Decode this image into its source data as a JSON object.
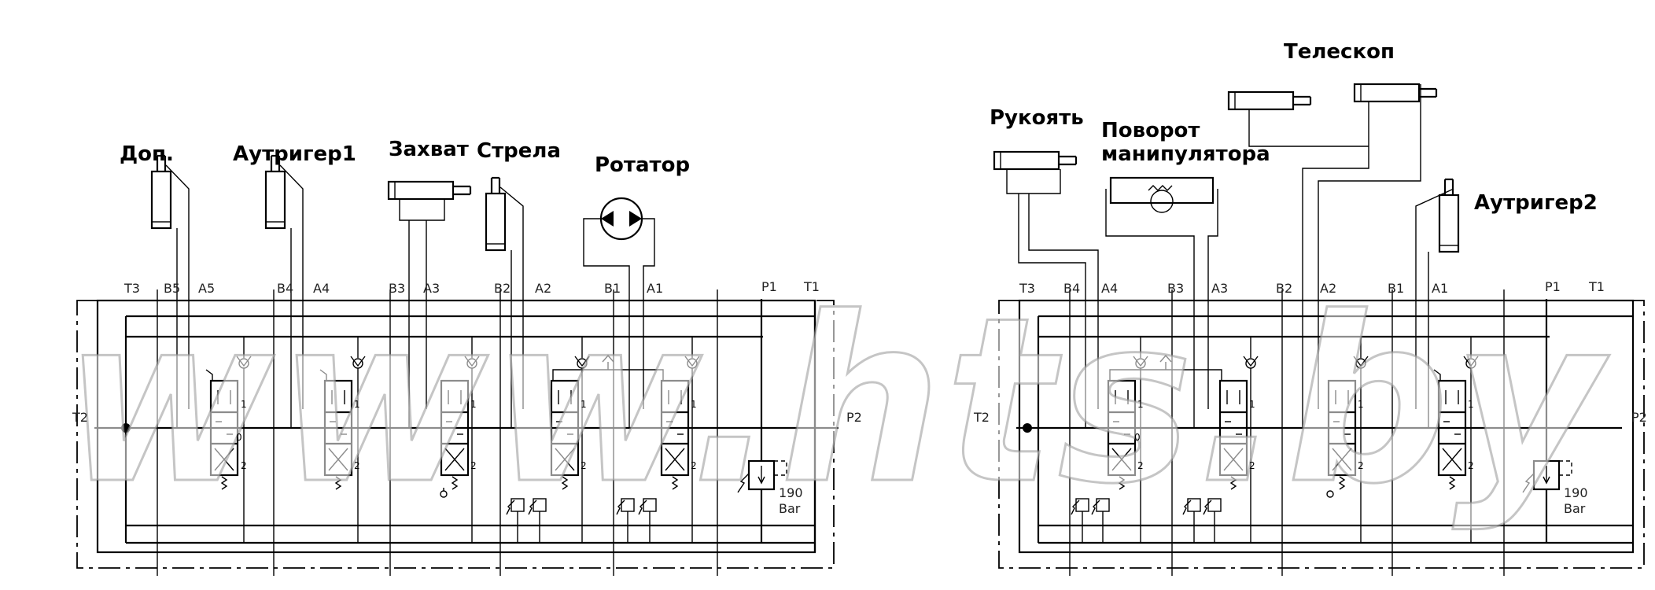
{
  "watermark": "www.hts.by",
  "left_panel": {
    "actuators": [
      {
        "label": "Доп."
      },
      {
        "label": "Аутригер1"
      },
      {
        "label": "Захват"
      },
      {
        "label": "Стрела"
      },
      {
        "label": "Ротатор"
      }
    ],
    "ports": [
      "T3",
      "B5",
      "A5",
      "B4",
      "A4",
      "B3",
      "A3",
      "B2",
      "A2",
      "B1",
      "A1",
      "P1",
      "T1",
      "T2",
      "P2"
    ],
    "relief": {
      "value": "190",
      "unit": "Bar"
    }
  },
  "right_panel": {
    "actuators": [
      {
        "label": "Рукоять"
      },
      {
        "label_line1": "Поворот",
        "label_line2": "манипулятора"
      },
      {
        "label": "Телескоп"
      },
      {
        "label": "Аутригер2"
      }
    ],
    "ports": [
      "T3",
      "B4",
      "A4",
      "B3",
      "A3",
      "B2",
      "A2",
      "B1",
      "A1",
      "P1",
      "T1",
      "T2",
      "P2"
    ],
    "relief": {
      "value": "190",
      "unit": "Bar"
    }
  },
  "section_numbers": {
    "one": "1",
    "two": "2",
    "zero": "0"
  }
}
